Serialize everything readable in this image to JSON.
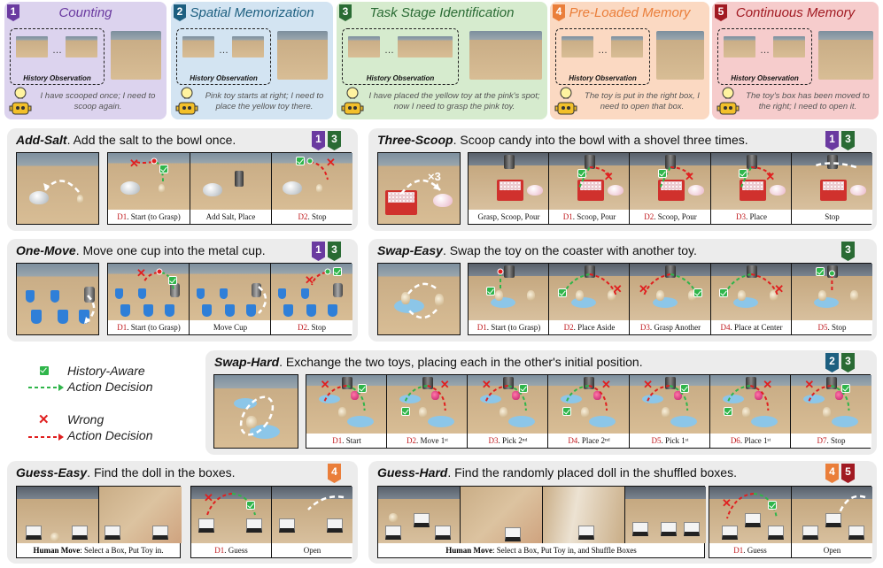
{
  "categories": [
    {
      "num": "1",
      "title": "Counting",
      "history_label": "History Observation",
      "speech": "I have scooped once; I need to scoop again.",
      "color": "#6a3aa0",
      "bg": "#dcd3ee"
    },
    {
      "num": "2",
      "title": "Spatial Memorization",
      "history_label": "History Observation",
      "speech": "Pink toy starts at right; I need to place the yellow toy there.",
      "color": "#1d5f80",
      "bg": "#d3e4f2"
    },
    {
      "num": "3",
      "title": "Task Stage Identification",
      "history_label": "History Observation",
      "speech": "I have placed the yellow toy at the pink's spot; now I need to grasp the pink toy.",
      "color": "#2a6b34",
      "bg": "#d6ebce"
    },
    {
      "num": "4",
      "title": "Pre-Loaded Memory",
      "history_label": "History Observation",
      "speech": "The toy is put in the right box, I need to open that box.",
      "color": "#ea7e3a",
      "bg": "#fbd9c2"
    },
    {
      "num": "5",
      "title": "Continuous Memory",
      "history_label": "History Observation",
      "speech": "The toy's box has been moved to the right; I need to open it.",
      "color": "#a11a22",
      "bg": "#f6cccc"
    }
  ],
  "tasks": {
    "add_salt": {
      "name": "Add-Salt",
      "desc": ". Add the salt to the bowl once.",
      "badges": [
        "1",
        "3"
      ],
      "caps": [
        {
          "d": "D1",
          "t": ". Start (to Grasp)"
        },
        {
          "d": "",
          "t": "Add Salt, Place"
        },
        {
          "d": "D2",
          "t": ". Stop"
        }
      ]
    },
    "three_scoop": {
      "name": "Three-Scoop",
      "desc": ". Scoop candy into the bowl with a shovel three times.",
      "badges": [
        "1",
        "3"
      ],
      "times": "×3",
      "caps": [
        {
          "d": "",
          "t": "Grasp, Scoop, Pour"
        },
        {
          "d": "D1",
          "t": ". Scoop, Pour"
        },
        {
          "d": "D2",
          "t": ". Scoop, Pour"
        },
        {
          "d": "D3",
          "t": ". Place"
        },
        {
          "d": "",
          "t": "Stop"
        }
      ]
    },
    "one_move": {
      "name": "One-Move",
      "desc": ". Move one cup into the metal cup.",
      "badges": [
        "1",
        "3"
      ],
      "caps": [
        {
          "d": "D1",
          "t": ". Start (to Grasp)"
        },
        {
          "d": "",
          "t": "Move Cup"
        },
        {
          "d": "D2",
          "t": ". Stop"
        }
      ]
    },
    "swap_easy": {
      "name": "Swap-Easy",
      "desc": ". Swap the toy on the coaster with another toy.",
      "badges": [
        "3"
      ],
      "caps": [
        {
          "d": "D1",
          "t": ". Start (to Grasp)"
        },
        {
          "d": "D2",
          "t": ". Place Aside"
        },
        {
          "d": "D3",
          "t": ". Grasp Another"
        },
        {
          "d": "D4",
          "t": ". Place at Center"
        },
        {
          "d": "D5",
          "t": ". Stop"
        }
      ]
    },
    "swap_hard": {
      "name": "Swap-Hard",
      "desc": ". Exchange the two toys, placing each in the other's initial position.",
      "badges": [
        "2",
        "3"
      ],
      "caps": [
        {
          "d": "D1",
          "t": ". Start"
        },
        {
          "d": "D2",
          "t": ". Move 1ˢᵗ"
        },
        {
          "d": "D3",
          "t": ". Pick 2ⁿᵈ"
        },
        {
          "d": "D4",
          "t": ". Place 2ⁿᵈ"
        },
        {
          "d": "D5",
          "t": ". Pick 1ˢᵗ"
        },
        {
          "d": "D6",
          "t": ". Place 1ˢᵗ"
        },
        {
          "d": "D7",
          "t": ". Stop"
        }
      ]
    },
    "guess_easy": {
      "name": "Guess-Easy",
      "desc": ". Find the doll in the boxes.",
      "badges": [
        "4"
      ],
      "human_bold": "Human Move",
      "human_rest": ": Select a Box, Put Toy in.",
      "caps": [
        {
          "d": "D1",
          "t": ". Guess"
        },
        {
          "d": "",
          "t": "Open"
        }
      ]
    },
    "guess_hard": {
      "name": "Guess-Hard",
      "desc": ". Find the randomly placed doll in the shuffled boxes.",
      "badges": [
        "4",
        "5"
      ],
      "human_bold": "Human Move",
      "human_rest": ": Select a Box, Put Toy in, and Shuffle Boxes",
      "caps": [
        {
          "d": "D1",
          "t": ". Guess"
        },
        {
          "d": "",
          "t": "Open"
        }
      ]
    }
  },
  "legend": {
    "good_line1": "History-Aware",
    "good_line2": "Action Decision",
    "bad_line1": "Wrong",
    "bad_line2": "Action Decision"
  },
  "colors": {
    "good": "#2fb54a",
    "bad": "#e02020",
    "panel": "#ececec"
  },
  "icons": [
    "check-icon",
    "cross-icon",
    "robot-idea-icon",
    "arrow-icon"
  ]
}
